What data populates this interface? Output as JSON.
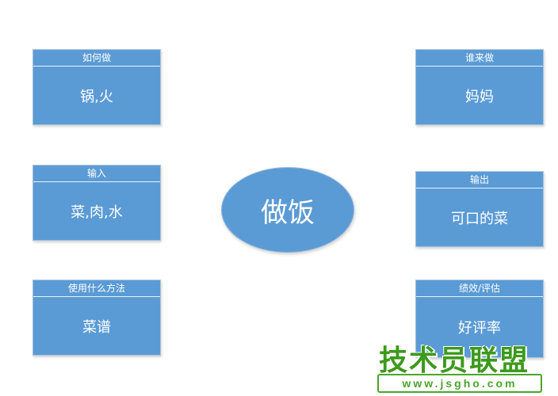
{
  "center": {
    "label": "做饭"
  },
  "cards": {
    "how": {
      "title": "如何做",
      "content": "锅,火"
    },
    "who": {
      "title": "谁来做",
      "content": "妈妈"
    },
    "input": {
      "title": "输入",
      "content": "菜,肉,水"
    },
    "output": {
      "title": "输出",
      "content": "可口的菜"
    },
    "method": {
      "title": "使用什么方法",
      "content": "菜谱"
    },
    "eval": {
      "title": "绩效/评估",
      "content": "好评率"
    }
  },
  "watermark": {
    "text": "技术员联盟",
    "url": "www.jsgho.com"
  }
}
